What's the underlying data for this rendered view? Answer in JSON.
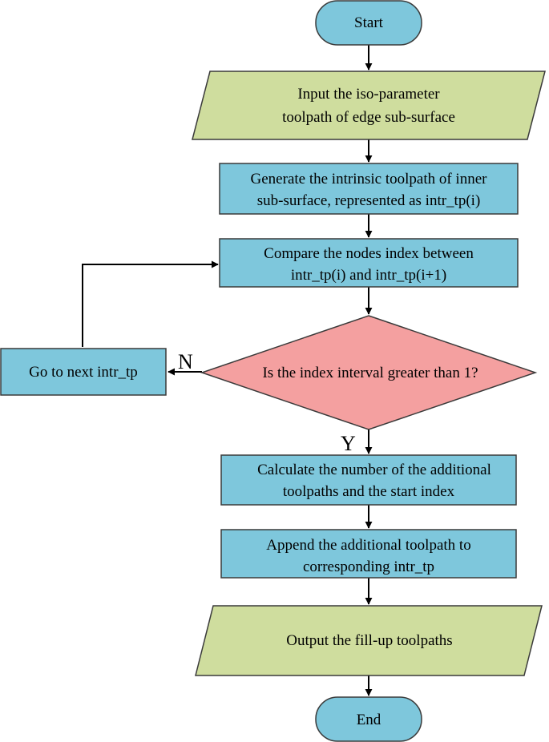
{
  "colors": {
    "terminal_fill": "#7ec7dc",
    "process_fill": "#7ec7dc",
    "io_fill": "#cfdd9e",
    "decision_fill": "#f4a0a0",
    "stroke": "#3a3a3a",
    "line": "#000000"
  },
  "nodes": {
    "start": {
      "label": "Start"
    },
    "input": {
      "line1": "Input the iso-parameter",
      "line2": "toolpath of edge sub-surface"
    },
    "generate": {
      "line1": "Generate the intrinsic toolpath of inner",
      "line2": "sub-surface, represented as intr_tp(i)"
    },
    "compare": {
      "line1": "Compare the nodes index between",
      "line2": "intr_tp(i) and intr_tp(i+1)"
    },
    "decision": {
      "label": "Is the index interval greater than 1?"
    },
    "next": {
      "label": "Go to next intr_tp"
    },
    "calculate": {
      "line1": "Calculate the number of the additional",
      "line2": "toolpaths and the start index"
    },
    "append": {
      "line1": "Append the additional toolpath to",
      "line2": "corresponding intr_tp"
    },
    "output": {
      "label": "Output the fill-up toolpaths"
    },
    "end": {
      "label": "End"
    }
  },
  "edges": {
    "no_label": "N",
    "yes_label": "Y"
  }
}
